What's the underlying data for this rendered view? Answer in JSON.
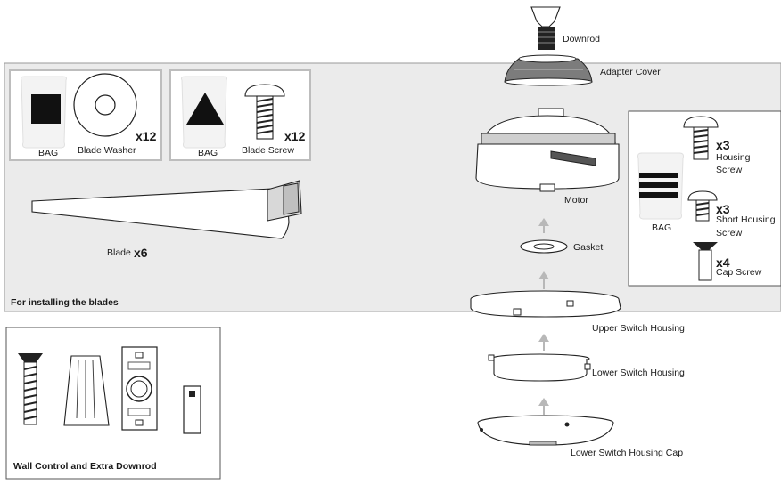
{
  "labels": {
    "downrod": "Downrod",
    "adapter_cover": "Adapter Cover",
    "motor": "Motor",
    "gasket": "Gasket",
    "upper_switch_housing": "Upper Switch Housing",
    "lower_switch_housing": "Lower Switch Housing",
    "lower_switch_housing_cap": "Lower Switch Housing Cap",
    "blade": "Blade",
    "blade_qty": "x6",
    "for_installing_blades": "For installing the blades",
    "wall_control": "Wall Control and Extra Downrod"
  },
  "bag1": {
    "bag": "BAG",
    "item": "Blade Washer",
    "qty": "x12"
  },
  "bag2": {
    "bag": "BAG",
    "item": "Blade Screw",
    "qty": "x12"
  },
  "bag3": {
    "bag": "BAG",
    "housing_qty": "x3",
    "housing_l1": "Housing",
    "housing_l2": "Screw",
    "short_qty": "x3",
    "short_l1": "Short Housing",
    "short_l2": "Screw",
    "cap_qty": "x4",
    "cap_l1": "Cap Screw"
  },
  "colors": {
    "panel": "#ebebeb",
    "arrow": "#b8b8b8",
    "line": "#222222"
  }
}
